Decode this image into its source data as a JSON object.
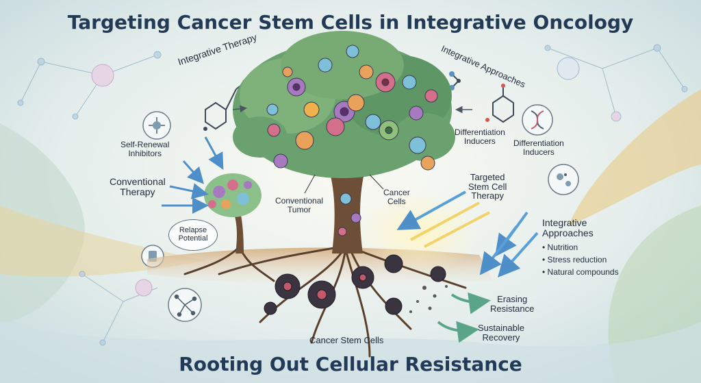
{
  "title": "Targeting Cancer Stem Cells in Integrative Oncology",
  "subtitle": "Rooting Out Cellular Resistance",
  "labels": {
    "integrative_therapy": "Integrative Therapy",
    "integrative_approaches_arc": "Integrative Approaches",
    "self_renewal_inhibitors": "Self-Renewal\nInhibitors",
    "conventional_therapy": "Conventional\nTherapy",
    "relapse_potential": "Relapse\nPotential",
    "conventional_tumor": "Conventional\nTumor",
    "cancer_cells": "Cancer\nCells",
    "differentiation_inducers_1": "Differentiation\nInducers",
    "differentiation_inducers_2": "Differentiation\nInducers",
    "targeted_stem_cell_therapy": "Targeted\nStem Cell\nTherapy",
    "integrative_approaches_heading": "Integrative\nApproaches",
    "erasing_resistance": "Erasing\nResistance",
    "sustainable_recovery": "Sustainable\nRecovery",
    "cancer_stem_cells": "Cancer Stem Cells"
  },
  "integrative_list": [
    "Nutrition",
    "Stress reduction",
    "Natural compounds"
  ],
  "icons": [
    "molecule-icon",
    "dna-icon",
    "cell-icon",
    "receptor-icon",
    "microscope-icon",
    "network-icon"
  ],
  "colors": {
    "title": "#233a56",
    "text": "#1f2a3a",
    "arrow_blue": "#5aa0d8",
    "arrow_yellow": "#f3d26a",
    "arrow_green": "#6fb59a",
    "foliage": "#6aa16e",
    "trunk": "#6d4e37",
    "soil": "#c9a47a",
    "stem_cell": "#3a3440"
  }
}
